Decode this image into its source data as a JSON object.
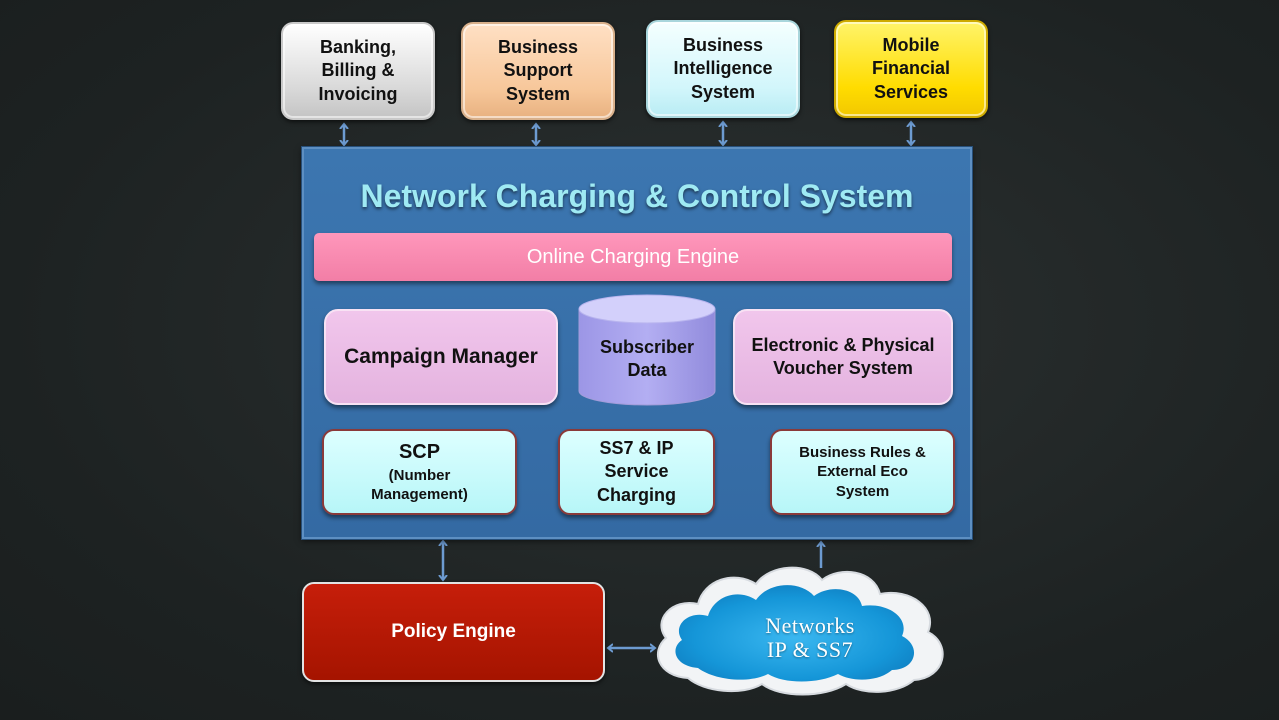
{
  "top_systems": [
    {
      "label": "Banking,\nBilling &\nInvoicing"
    },
    {
      "label": "Business\nSupport\nSystem"
    },
    {
      "label": "Business\nIntelligence\nSystem"
    },
    {
      "label": "Mobile\nFinancial\nServices"
    }
  ],
  "main": {
    "title": "Network Charging & Control System",
    "online_charging": "Online Charging Engine",
    "campaign": "Campaign Manager",
    "subscriber": "Subscriber\nData",
    "voucher": "Electronic & Physical\nVoucher System",
    "scp_title": "SCP",
    "scp_sub": "(Number\nManagement)",
    "ss7": "SS7 & IP\nService\nCharging",
    "rules": "Business Rules &\nExternal Eco\nSystem"
  },
  "bottom": {
    "policy": "Policy Engine",
    "networks_line1": "Networks",
    "networks_line2": "IP & SS7"
  },
  "colors": {
    "main_bg": "#3c76b0",
    "title_text": "#9feaf3",
    "online_charging_bg": "#f27ea6",
    "pink_box": "#e4b3df",
    "cyan_box": "#b7f6f8",
    "policy_bg": "#a51400",
    "cloud_blue": "#1596d8",
    "arrow": "#6d9bd1"
  }
}
